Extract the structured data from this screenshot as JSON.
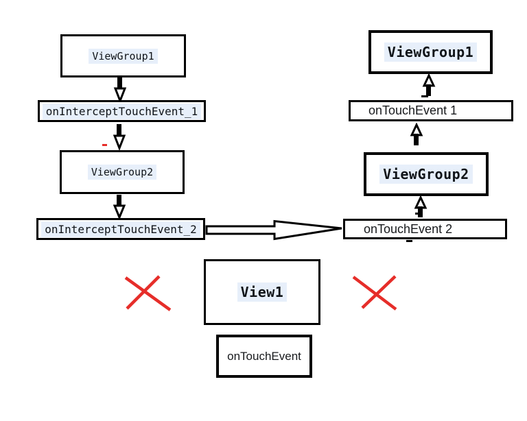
{
  "diagram": {
    "title_hint": "Android touch event dispatch flow diagram",
    "left_column": {
      "viewgroup1": "ViewGroup1",
      "on_intercept_touch_event_1": "onInterceptTouchEvent_1",
      "viewgroup2": "ViewGroup2",
      "on_intercept_touch_event_2": "onInterceptTouchEvent_2"
    },
    "right_column": {
      "viewgroup1": "ViewGroup1",
      "on_touch_event_1": "onTouchEvent 1",
      "viewgroup2": "ViewGroup2",
      "on_touch_event_2": "onTouchEvent 2"
    },
    "bottom": {
      "view1": "View1",
      "on_touch_event": "onTouchEvent"
    },
    "colors": {
      "background": "#ffffff",
      "box_border": "#000000",
      "text_highlight": "#e7effa",
      "text": "#101418",
      "cross_red": "#e62d29"
    },
    "icons": [
      "arrow-down-icon",
      "arrow-up-icon",
      "arrow-right-icon",
      "red-cross-icon"
    ]
  }
}
